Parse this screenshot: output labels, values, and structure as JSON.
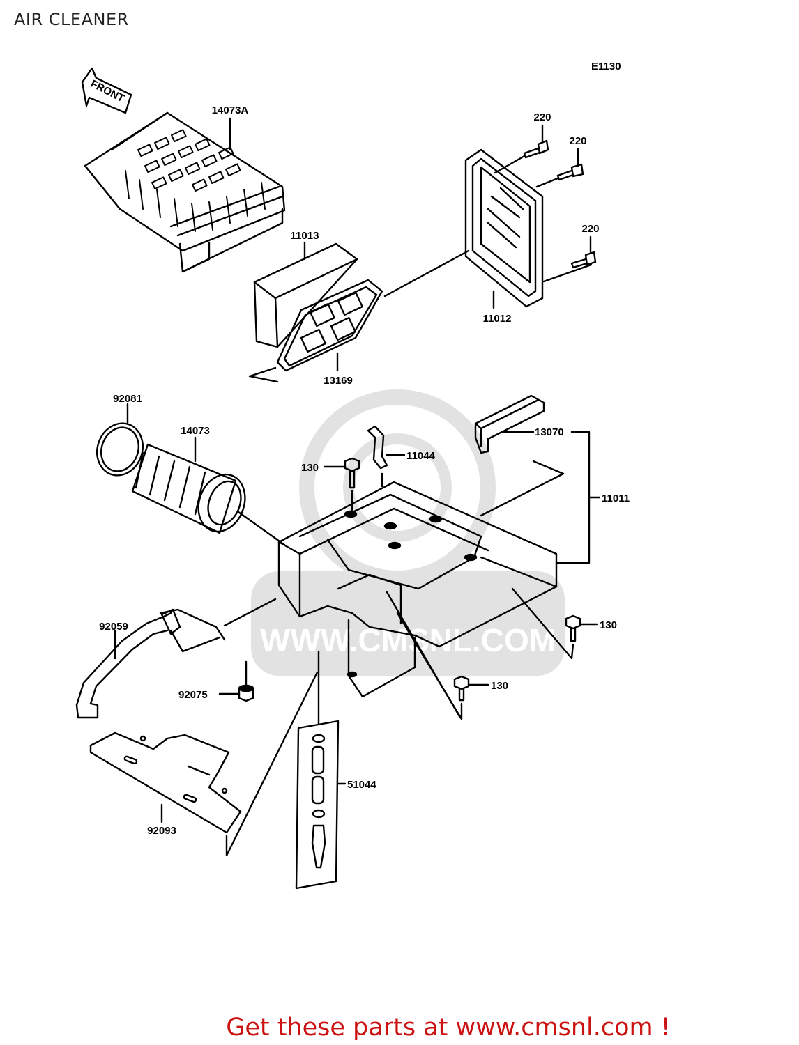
{
  "title": "AIR CLEANER",
  "diagram_code": "E1130",
  "front_marker": "FRONT",
  "parts": {
    "p14073A": "14073A",
    "p220a": "220",
    "p220b": "220",
    "p220c": "220",
    "p11013": "11013",
    "p11012": "11012",
    "p13169": "13169",
    "p92081": "92081",
    "p14073": "14073",
    "p13070": "13070",
    "p11044": "11044",
    "p130a": "130",
    "p11011": "11011",
    "p130b": "130",
    "p130c": "130",
    "p92059": "92059",
    "p92075": "92075",
    "p51044": "51044",
    "p92093": "92093"
  },
  "watermark": "WWW.CMSNL.COM",
  "footer": "Get these parts at www.cmsnl.com !",
  "colors": {
    "footer": "#cc1111",
    "line": "#000000",
    "watermark": "#9a9a9a"
  }
}
